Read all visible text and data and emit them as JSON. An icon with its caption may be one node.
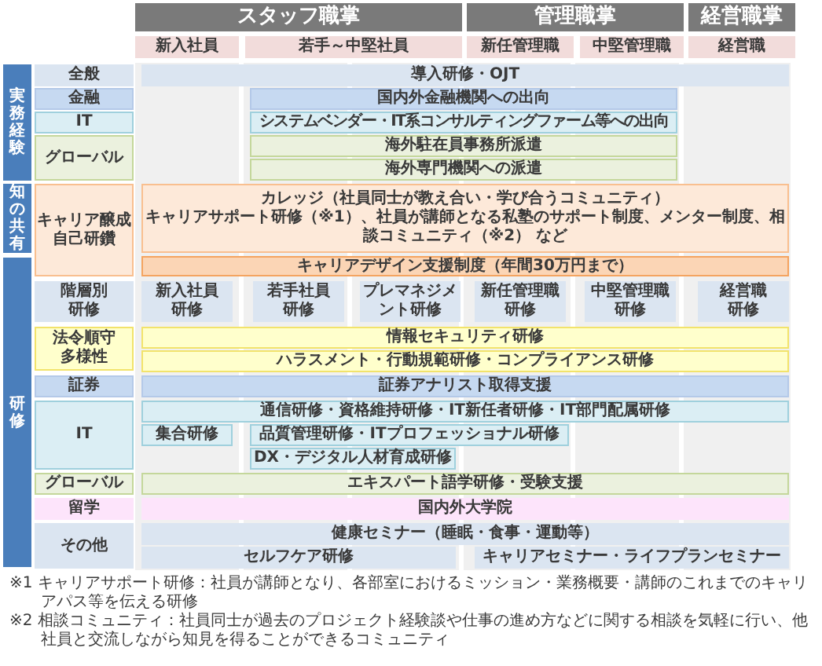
{
  "diagram": {
    "nodes": [
      {
        "text": [
          "スタッフ職掌"
        ]
      },
      {
        "text": [
          "管理職掌"
        ]
      },
      {
        "text": [
          "経営職掌"
        ]
      },
      {
        "text": [
          "新入社員"
        ]
      },
      {
        "text": [
          "若手～中堅社員"
        ]
      },
      {
        "text": [
          "新任管理職"
        ]
      },
      {
        "text": [
          "中堅管理職"
        ]
      },
      {
        "text": [
          "経営職"
        ]
      },
      {
        "text": [
          "実務経験"
        ]
      },
      {
        "text": [
          "全般"
        ]
      },
      {
        "text": [
          "導入研修・OJT"
        ]
      },
      {
        "text": [
          "金融"
        ]
      },
      {
        "text": [
          "国内外金融機関への出向"
        ]
      },
      {
        "text": [
          "IT"
        ]
      },
      {
        "text": [
          "システムベンダー・IT系コンサルティングファーム等への出向"
        ]
      },
      {
        "text": [
          "グローバル"
        ]
      },
      {
        "text": [
          "海外駐在員事務所派遣"
        ]
      },
      {
        "text": [
          "海外専門機関への派遣"
        ]
      },
      {
        "text": [
          "知の共有"
        ]
      },
      {
        "text": [
          "キャリア醸成自己研鑽"
        ]
      },
      {
        "text": [
          "カレッジ（社員同士が教え合い・学び合うコミュニティ）",
          "キャリアサポート研修（※1）、社員が講師となる私塾のサポート制度、メンター制度、相談コミュニティ（※2） など"
        ]
      },
      {
        "text": [
          "キャリアデザイン支援制度（年間30万円まで）"
        ]
      },
      {
        "text": [
          "研修"
        ]
      },
      {
        "text": [
          "階層別研修"
        ]
      },
      {
        "text": [
          "新入社員研修"
        ]
      },
      {
        "text": [
          "若手社員研修"
        ]
      },
      {
        "text": [
          "プレマネジメント研修"
        ]
      },
      {
        "text": [
          "新任管理職研修"
        ]
      },
      {
        "text": [
          "中堅管理職研修"
        ]
      },
      {
        "text": [
          "経営職研修"
        ]
      },
      {
        "text": [
          "法令順守多様性"
        ]
      },
      {
        "text": [
          "情報セキュリティ研修"
        ]
      },
      {
        "text": [
          "ハラスメント・行動規範研修・コンプライアンス研修"
        ]
      },
      {
        "text": [
          "証券"
        ]
      },
      {
        "text": [
          "証券アナリスト取得支援"
        ]
      },
      {
        "text": [
          "IT"
        ]
      },
      {
        "text": [
          "通信研修・資格維持研修・IT新任者研修・IT部門配属研修"
        ]
      },
      {
        "text": [
          "集合研修"
        ]
      },
      {
        "text": [
          "品質管理研修・ITプロフェッショナル研修"
        ]
      },
      {
        "text": [
          "DX・デジタル人材育成研修"
        ]
      },
      {
        "text": [
          "グローバル"
        ]
      },
      {
        "text": [
          "エキスパート語学研修・受験支援"
        ]
      },
      {
        "text": [
          "留学"
        ]
      },
      {
        "text": [
          "国内外大学院"
        ]
      },
      {
        "text": [
          "その他"
        ]
      },
      {
        "text": [
          "健康セミナー（睡眠・食事・運動等）"
        ]
      },
      {
        "text": [
          "セルフケア研修"
        ]
      },
      {
        "text": [
          "キャリアセミナー・ライフプランセミナー"
        ]
      }
    ],
    "labels": [
      "※1 キャリアサポート研修：社員が講師となり、各部室におけるミッション・業務概要・講師のこれまでのキャリアパス等を伝える研修",
      "※2 相談コミュニティ：社員同士が過去のプロジェクト経験談や仕事の進め方などに関する相談を気軽に行い、他社員と交流しながら知見を得ることができるコミュニティ"
    ]
  }
}
